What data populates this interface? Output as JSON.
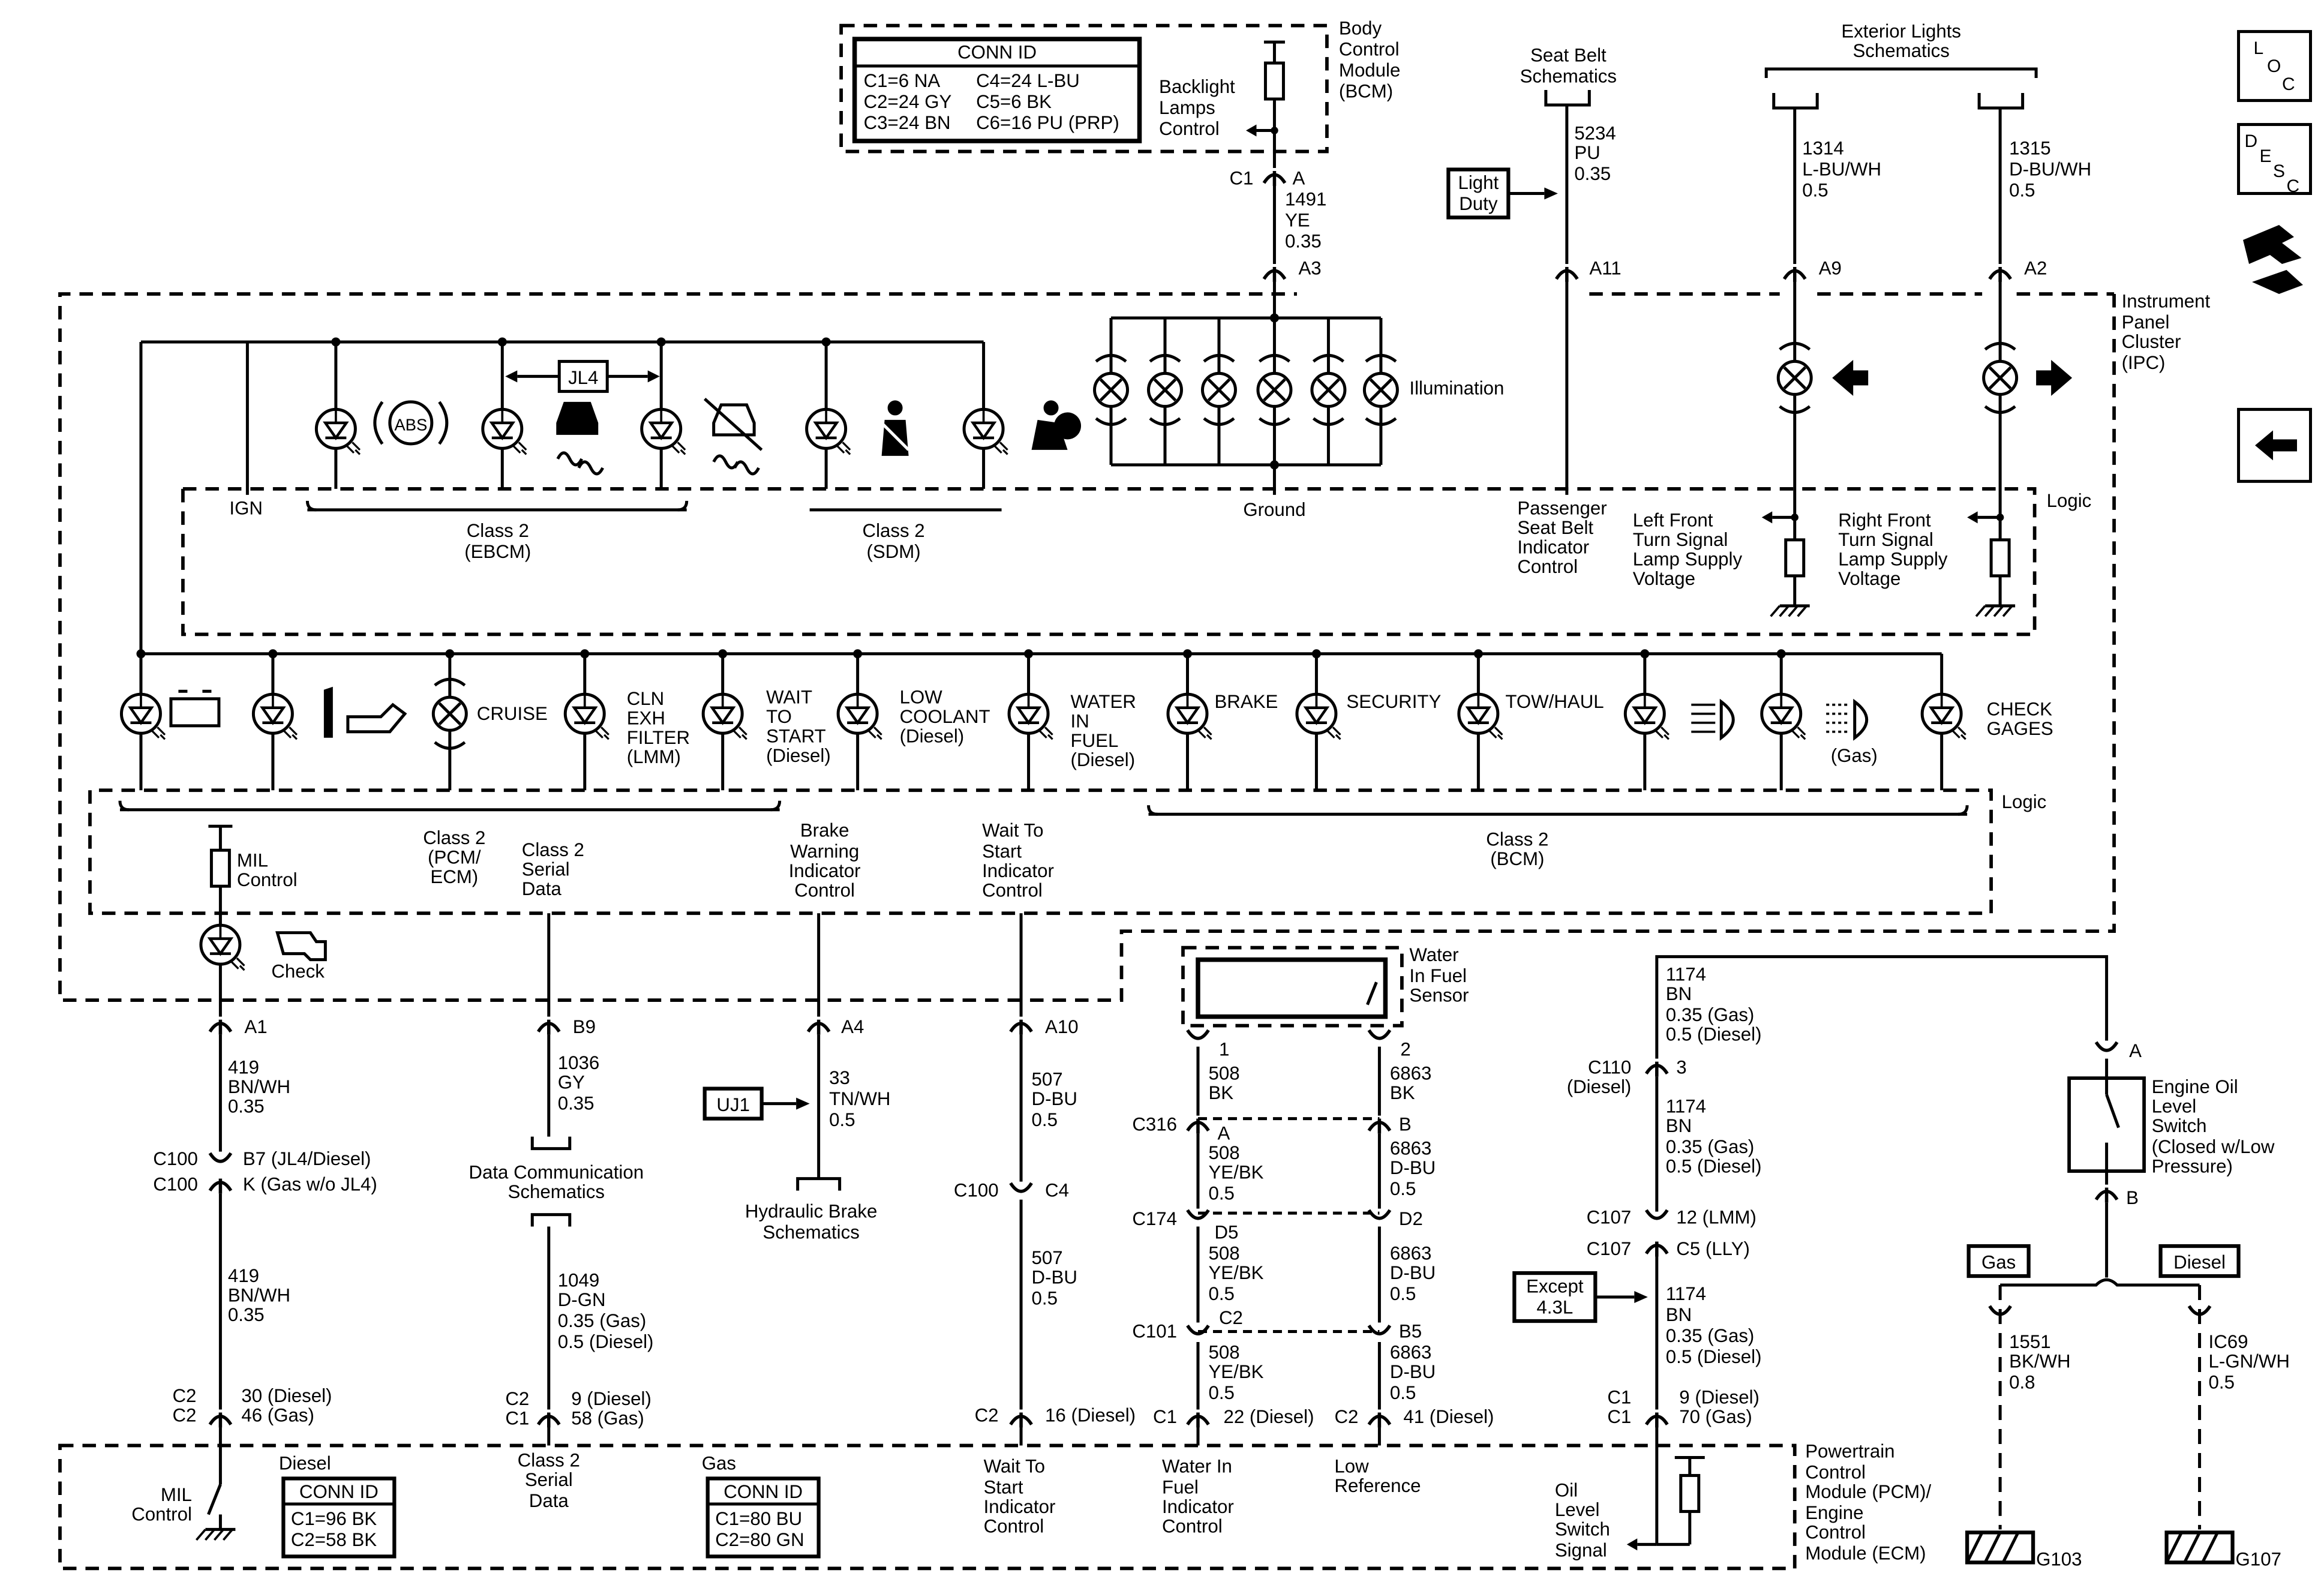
{
  "bcm": {
    "title": [
      "Body",
      "Control",
      "Module",
      "(BCM)"
    ],
    "conn_table": {
      "header": "CONN ID",
      "rows": [
        [
          "C1=6 NA",
          "C4=24 L-BU"
        ],
        [
          "C2=24 GY",
          "C5=6 BK"
        ],
        [
          "C3=24 BN",
          "C6=16 PU (PRP)"
        ]
      ]
    },
    "backlight": [
      "Backlight",
      "Lamps",
      "Control"
    ],
    "conn_c1": "C1",
    "pin_a": "A",
    "wire": [
      "1491",
      "YE",
      "0.35"
    ],
    "ipc_pin": "A3"
  },
  "seat_belt": {
    "title": [
      "Seat Belt",
      "Schematics"
    ],
    "wire": [
      "5234",
      "PU",
      "0.35"
    ],
    "light_duty": [
      "Light",
      "Duty"
    ],
    "pin": "A11",
    "control": [
      "Passenger",
      "Seat Belt",
      "Indicator",
      "Control"
    ]
  },
  "exterior": {
    "title": [
      "Exterior Lights",
      "Schematics"
    ],
    "left_wire": [
      "1314",
      "L-BU/WH",
      "0.5"
    ],
    "right_wire": [
      "1315",
      "D-BU/WH",
      "0.5"
    ],
    "left_pin": "A9",
    "right_pin": "A2",
    "left_label": [
      "Left Front",
      "Turn Signal",
      "Lamp Supply",
      "Voltage"
    ],
    "right_label": [
      "Right Front",
      "Turn Signal",
      "Lamp Supply",
      "Voltage"
    ]
  },
  "side_icons": [
    "LOC",
    "DESC"
  ],
  "ipc": {
    "title": [
      "Instrument",
      "Panel",
      "Cluster",
      "(IPC)"
    ],
    "logic1": "Logic",
    "logic2": "Logic",
    "ign": "IGN",
    "jl4": "JL4",
    "abs": "ABS",
    "illumination": "Illumination",
    "ground": "Ground",
    "class2_ebcm": [
      "Class 2",
      "(EBCM)"
    ],
    "class2_sdm": [
      "Class 2",
      "(SDM)"
    ],
    "cruise": "CRUISE",
    "cln": [
      "CLN",
      "EXH",
      "FILTER",
      "(LMM)"
    ],
    "wait": [
      "WAIT",
      "TO",
      "START",
      "(Diesel)"
    ],
    "low_coolant": [
      "LOW",
      "COOLANT",
      "(Diesel)"
    ],
    "water": [
      "WATER",
      "IN",
      "FUEL",
      "(Diesel)"
    ],
    "brake": "BRAKE",
    "security": "SECURITY",
    "tow": "TOW/HAUL",
    "gas": "(Gas)",
    "check_gages": [
      "CHECK",
      "GAGES"
    ],
    "class2_pcm": [
      "Class 2",
      "(PCM/",
      "ECM)"
    ],
    "class2_serial": [
      "Class 2",
      "Serial",
      "Data"
    ],
    "brake_warning": [
      "Brake",
      "Warning",
      "Indicator",
      "Control"
    ],
    "wait_control": [
      "Wait To",
      "Start",
      "Indicator",
      "Control"
    ],
    "class2_bcm": [
      "Class 2",
      "(BCM)"
    ],
    "mil": [
      "MIL",
      "Control"
    ],
    "check": "Check"
  },
  "circuits": {
    "mil": {
      "pin": "A1",
      "wire1": [
        "419",
        "BN/WH",
        "0.35"
      ],
      "c100a": "C100",
      "c100b": "C100",
      "c100a_pin": "B7 (JL4/Diesel)",
      "c100b_pin": "K (Gas w/o JL4)",
      "wire2": [
        "419",
        "BN/WH",
        "0.35"
      ],
      "conn1": "C2",
      "conn2": "C2",
      "pcm_pin1": "30 (Diesel)",
      "pcm_pin2": "46 (Gas)"
    },
    "serial": {
      "pin": "B9",
      "wire1": [
        "1036",
        "GY",
        "0.35"
      ],
      "dcs": [
        "Data Communication",
        "Schematics"
      ],
      "wire2": [
        "1049",
        "D-GN",
        "0.35 (Gas)",
        "0.5 (Diesel)"
      ],
      "conn1": "C2",
      "conn2": "C1",
      "pcm_pin1": "9 (Diesel)",
      "pcm_pin2": "58 (Gas)"
    },
    "brake": {
      "pin": "A4",
      "wire": [
        "33",
        "TN/WH",
        "0.5"
      ],
      "uj1": "UJ1",
      "hydraulic": [
        "Hydraulic Brake",
        "Schematics"
      ]
    },
    "wait": {
      "pin": "A10",
      "wire1": [
        "507",
        "D-BU",
        "0.5"
      ],
      "c100": "C100",
      "c100_pin": "C4",
      "wire2": [
        "507",
        "D-BU",
        "0.5"
      ],
      "conn": "C2",
      "pcm_pin": "16 (Diesel)"
    },
    "wif": {
      "sensor": [
        "Water",
        "In Fuel",
        "Sensor"
      ],
      "pin1": "1",
      "pin2": "2",
      "left_wire1": [
        "508",
        "BK"
      ],
      "right_wire1": [
        "6863",
        "BK"
      ],
      "c316": "C316",
      "c316_a": "A",
      "c316_b": "B",
      "left_wire2": [
        "508",
        "YE/BK",
        "0.5"
      ],
      "right_wire2": [
        "6863",
        "D-BU",
        "0.5"
      ],
      "c174": "C174",
      "c174_d5": "D5",
      "c174_d2": "D2",
      "left_wire3": [
        "508",
        "YE/BK",
        "0.5"
      ],
      "right_wire3": [
        "6863",
        "D-BU",
        "0.5"
      ],
      "c101": "C101",
      "c101_c2": "C2",
      "c101_b5": "B5",
      "left_wire4": [
        "508",
        "YE/BK",
        "0.5"
      ],
      "right_wire4": [
        "6863",
        "D-BU",
        "0.5"
      ],
      "conn_left": "C1",
      "pin_left": "22 (Diesel)",
      "conn_right": "C2",
      "pin_right": "41 (Diesel)"
    },
    "oil": {
      "wire1": [
        "1174",
        "BN",
        "0.35 (Gas)",
        "0.5 (Diesel)"
      ],
      "c110": [
        "C110",
        "(Diesel)"
      ],
      "c110_pin": "3",
      "wire2": [
        "1174",
        "BN",
        "0.35 (Gas)",
        "0.5 (Diesel)"
      ],
      "c107a": "C107",
      "c107a_pin": "12 (LMM)",
      "c107b": "C107",
      "c107b_pin": "C5 (LLY)",
      "except": [
        "Except",
        "4.3L"
      ],
      "wire3": [
        "1174",
        "BN",
        "0.35 (Gas)",
        "0.5 (Diesel)"
      ],
      "conn1": "C1",
      "conn2": "C1",
      "pcm_pin1": "9 (Diesel)",
      "pcm_pin2": "70 (Gas)",
      "switch": [
        "Engine Oil",
        "Level",
        "Switch",
        "(Closed w/Low",
        "Pressure)"
      ],
      "pin_a": "A",
      "pin_b": "B",
      "gas": "Gas",
      "diesel": "Diesel",
      "gas_wire": [
        "1551",
        "BK/WH",
        "0.8"
      ],
      "diesel_wire": [
        "IC69",
        "L-GN/WH",
        "0.5"
      ],
      "g103": "G103",
      "g107": "G107"
    }
  },
  "pcm": {
    "title": [
      "Powertrain",
      "Control",
      "Module (PCM)/",
      "Engine",
      "Control",
      "Module (ECM)"
    ],
    "diesel": "Diesel",
    "gas": "Gas",
    "diesel_table": {
      "header": "CONN ID",
      "rows": [
        "C1=96 BK",
        "C2=58 BK"
      ]
    },
    "gas_table": {
      "header": "CONN ID",
      "rows": [
        "C1=80 BU",
        "C2=80 GN"
      ]
    },
    "mil": [
      "MIL",
      "Control"
    ],
    "class2": [
      "Class 2",
      "Serial",
      "Data"
    ],
    "wait": [
      "Wait To",
      "Start",
      "Indicator",
      "Control"
    ],
    "wif": [
      "Water In",
      "Fuel",
      "Indicator",
      "Control"
    ],
    "low_ref": [
      "Low",
      "Reference"
    ],
    "oil": [
      "Oil",
      "Level",
      "Switch",
      "Signal"
    ]
  }
}
